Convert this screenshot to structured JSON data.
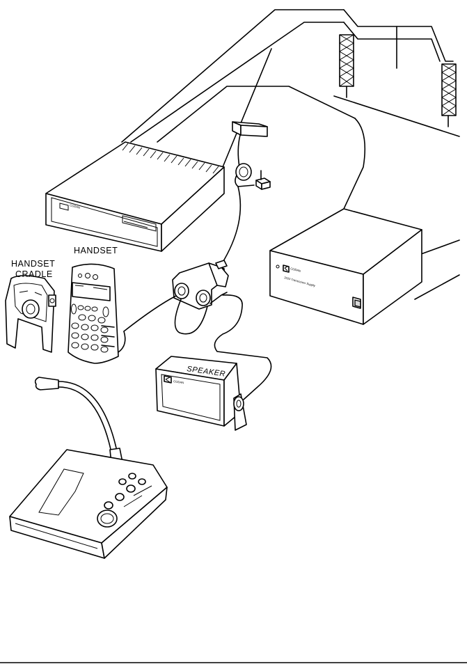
{
  "labels": {
    "handset_cradle_line1": "HANDSET",
    "handset_cradle_line2": "CRADLE",
    "handset": "HANDSET",
    "speaker": "SPEAKER"
  },
  "markings": {
    "power_supply_brand": "CODAN",
    "power_supply_model": "2020 Transceiver Supply",
    "speaker_brand": "CODAN",
    "transceiver_brand": "CODAN"
  }
}
